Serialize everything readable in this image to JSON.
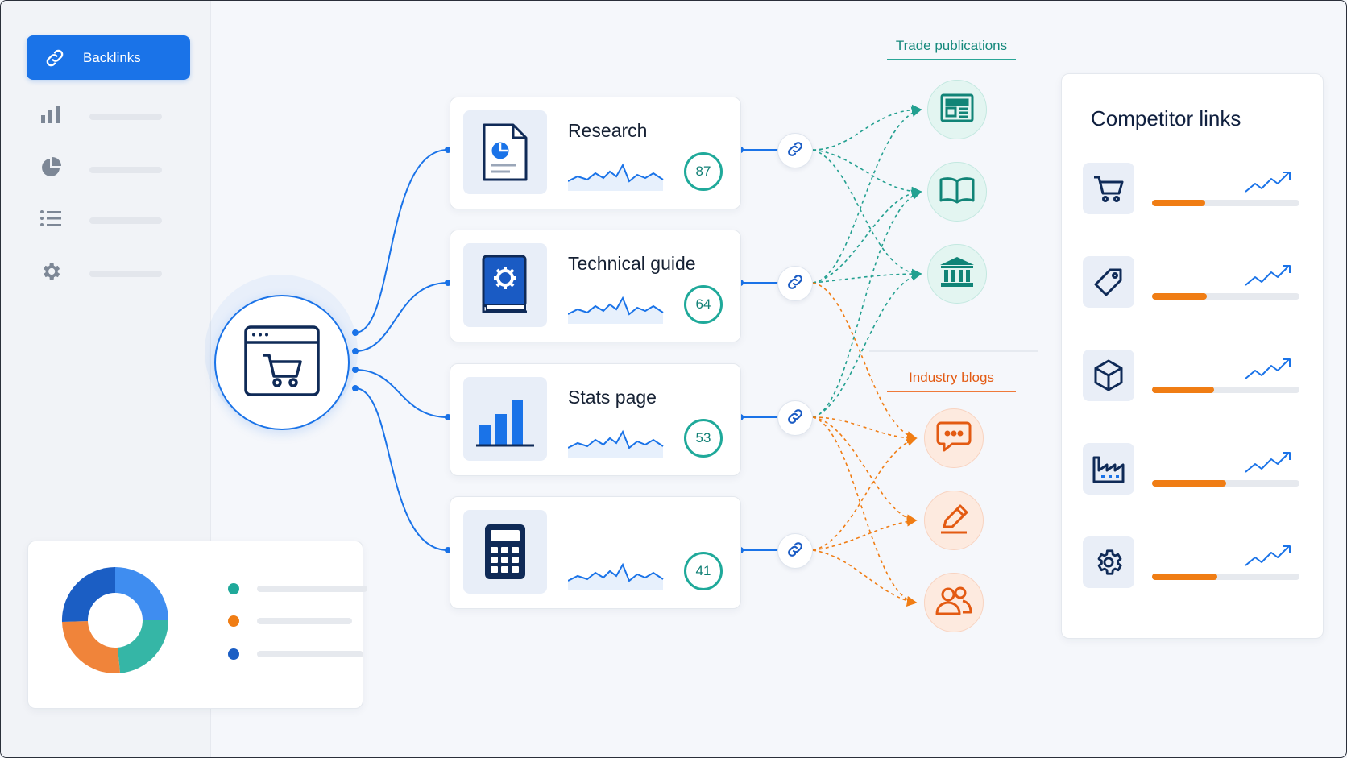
{
  "sidebar": {
    "primary_label": "Backlinks",
    "icons": [
      "link-icon",
      "bar-chart-icon",
      "pie-chart-icon",
      "list-icon",
      "gear-icon"
    ]
  },
  "pages": [
    {
      "title": "Research",
      "score": "87",
      "icon": "document-chart-icon"
    },
    {
      "title": "Technical guide",
      "score": "64",
      "icon": "book-gear-icon"
    },
    {
      "title": "Stats page",
      "score": "53",
      "icon": "bar-chart-icon"
    },
    {
      "title": "",
      "score": "41",
      "icon": "calculator-icon"
    }
  ],
  "sections": {
    "trade": "Trade publications",
    "blogs": "Industry blogs"
  },
  "trade_nodes": [
    "newspaper-icon",
    "open-book-icon",
    "institution-icon"
  ],
  "blog_nodes": [
    "chat-bubble-icon",
    "pencil-icon",
    "users-icon"
  ],
  "competitors": {
    "title": "Competitor links",
    "rows": [
      {
        "icon": "cart-icon",
        "level": 0.36
      },
      {
        "icon": "tag-icon",
        "level": 0.37
      },
      {
        "icon": "box-icon",
        "level": 0.42
      },
      {
        "icon": "factory-icon",
        "level": 0.5
      },
      {
        "icon": "gear-icon",
        "level": 0.44
      }
    ]
  },
  "colors": {
    "primary": "#1a73e8",
    "teal": "#1fa99a",
    "orange": "#f07d14",
    "navy": "#0f2a57"
  }
}
